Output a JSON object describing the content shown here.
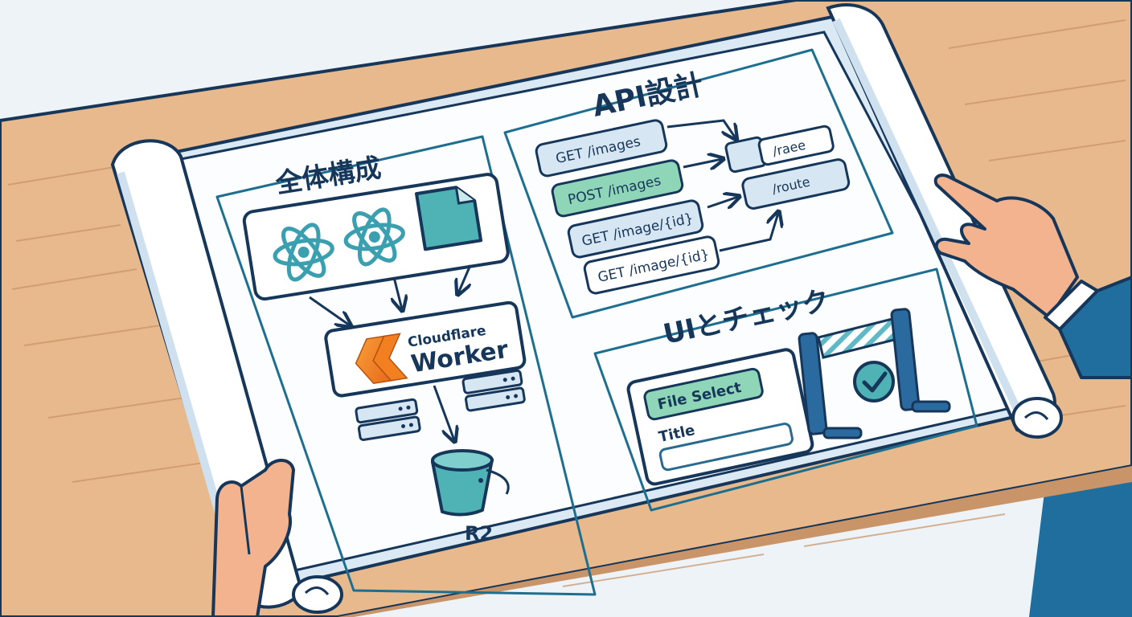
{
  "overview": {
    "heading": "全体構成",
    "worker_brand": "Cloudflare",
    "worker_name": "Worker",
    "storage_label": "R2",
    "icons": [
      "react-icon",
      "react-icon",
      "document-icon",
      "cloudflare-logo-icon",
      "server-icon",
      "bucket-icon"
    ]
  },
  "api": {
    "heading": "API設計",
    "endpoints": [
      "GET /images",
      "POST /images",
      "GET /image/{id}",
      "GET /image/{id}"
    ],
    "targets": [
      "/raee",
      "/route"
    ]
  },
  "ui_check": {
    "heading": "UIとチェック",
    "file_select_label": "File Select",
    "title_label": "Title",
    "icons": [
      "gate-icon",
      "checkmark-icon"
    ]
  },
  "colors": {
    "outline": "#16365a",
    "teal": "#3a9fae",
    "green_button": "#8fd6b8",
    "light_blue": "#d6e6f3",
    "wood": "#e7b98c",
    "paper": "#fbfdff",
    "cloudflare_orange": "#f38020"
  }
}
